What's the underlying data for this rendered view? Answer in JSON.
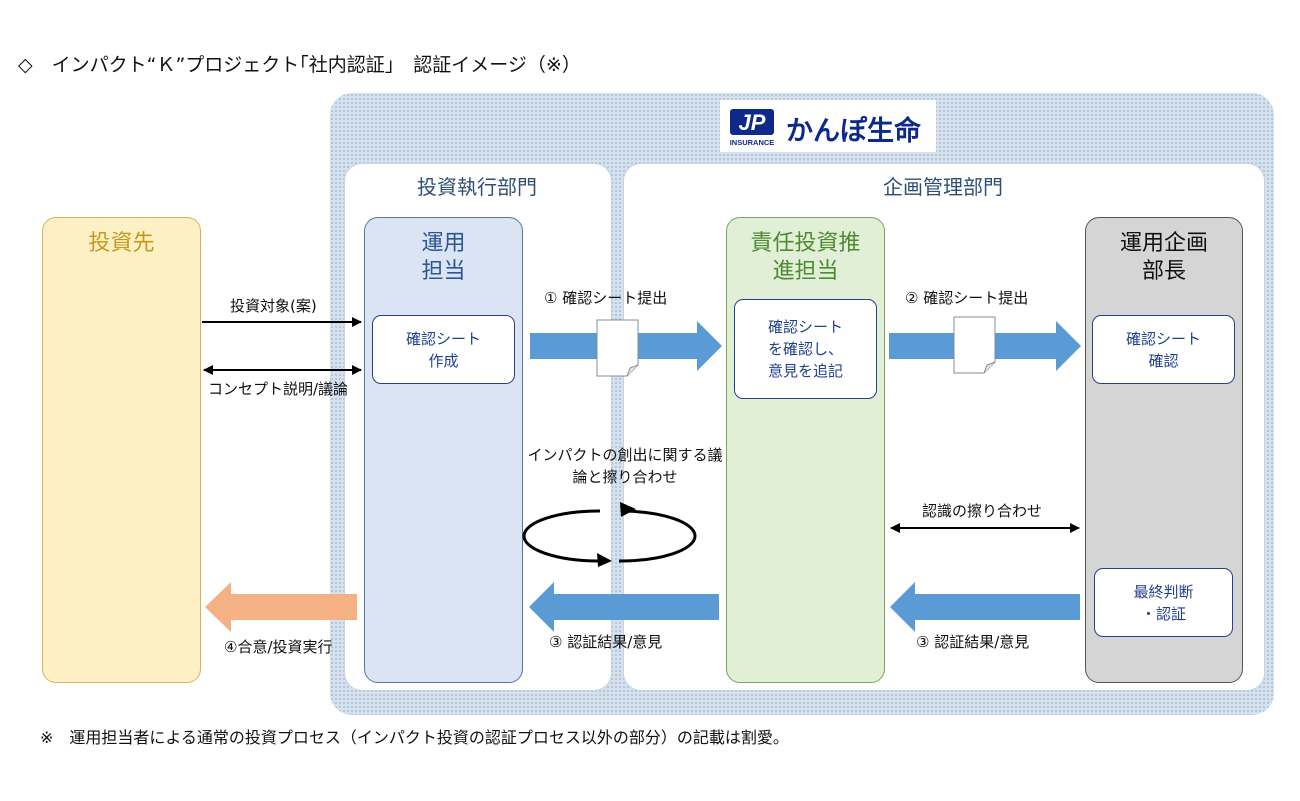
{
  "title": "◇　インパクト“Ｋ”プロジェクト｢社内認証｣　認証イメージ（※）",
  "logo": {
    "mark": "JP",
    "sub": "INSURANCE",
    "name": "かんぽ生命"
  },
  "departments": {
    "investment_execution": "投資執行部門",
    "planning_management": "企画管理部門"
  },
  "columns": {
    "investee": "投資先",
    "operations": "運用\n担当",
    "responsible": "責任投資推\n進担当",
    "head": "運用企画\n部長"
  },
  "boxes": {
    "create_sheet": "確認シート\n作成",
    "review_sheet": "確認シート\nを確認し、\n意見を追記",
    "confirm_sheet": "確認シート\n確認",
    "final_judgment": "最終判断\n・認証"
  },
  "labels": {
    "target": "投資対象(案)",
    "concept": "コンセプト説明/議論",
    "submit1": "① 確認シート提出",
    "submit2": "② 確認シート提出",
    "discussion": "インパクトの創出に関する議\n論と擦り合わせ",
    "recognition": "認識の擦り合わせ",
    "result_left": "③ 認証結果/意見",
    "result_right": "③ 認証結果/意見",
    "agreement": "④合意/投資実行"
  },
  "colors": {
    "blue_arrow": "#5b9bd5",
    "orange_arrow": "#f4b183",
    "navy_text": "#1f3f8f",
    "investee_fill": "#fdf0c4",
    "operations_fill": "#dae4f3",
    "responsible_fill": "#e2efd7",
    "head_fill": "#d5d5d5"
  },
  "footnote": "※　運用担当者による通常の投資プロセス（インパクト投資の認証プロセス以外の部分）の記載は割愛。"
}
